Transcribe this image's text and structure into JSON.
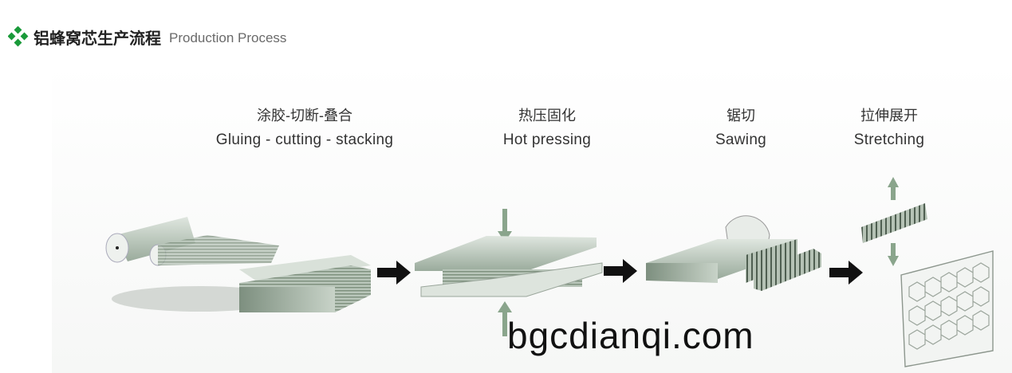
{
  "header": {
    "icon": "green-diamond-cluster-icon",
    "title_cn": "铝蜂窝芯生产流程",
    "title_en": "Production Process",
    "accent": "#1a9a3a"
  },
  "steps": [
    {
      "cn": "涂胶-切断-叠合",
      "en": "Gluing - cutting - stacking"
    },
    {
      "cn": "热压固化",
      "en": "Hot pressing"
    },
    {
      "cn": "锯切",
      "en": "Sawing"
    },
    {
      "cn": "拉伸展开",
      "en": "Stretching"
    }
  ],
  "watermark": "bgcdianqi.com"
}
